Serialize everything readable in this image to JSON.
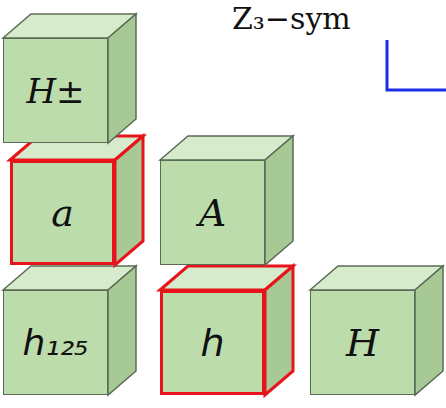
{
  "diagram": {
    "nodes": [
      {
        "text": [
          "H±"
        ]
      },
      {
        "text": [
          "a"
        ]
      },
      {
        "text": [
          "A"
        ]
      },
      {
        "text": [
          "h₁₂₅"
        ]
      },
      {
        "text": [
          "h"
        ]
      },
      {
        "text": [
          "H"
        ]
      }
    ],
    "labels": [
      "Z₃−sym"
    ]
  }
}
